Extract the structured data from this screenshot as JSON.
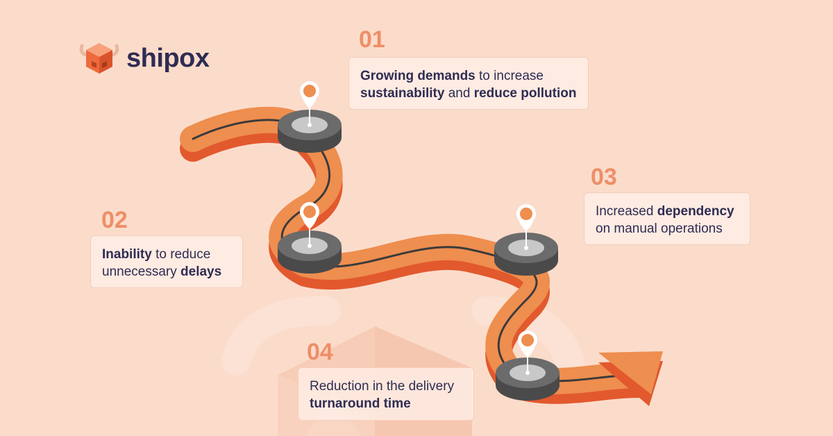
{
  "brand": {
    "name": "shipox",
    "colors": {
      "orange": "#ee8e4f",
      "orange_dark": "#e2592e",
      "navy": "#2f2c53",
      "gray": "#5f5f5f",
      "bg": "#fbdccb"
    }
  },
  "steps": [
    {
      "number": "01",
      "lines": [
        [
          {
            "t": "Growing demands",
            "b": true
          },
          {
            "t": " to increase",
            "b": false
          }
        ],
        [
          {
            "t": "sustainability",
            "b": true
          },
          {
            "t": " and ",
            "b": false
          },
          {
            "t": "reduce pollution",
            "b": true
          }
        ]
      ]
    },
    {
      "number": "02",
      "lines": [
        [
          {
            "t": "Inability",
            "b": true
          },
          {
            "t": " to reduce",
            "b": false
          }
        ],
        [
          {
            "t": "unnecessary ",
            "b": false
          },
          {
            "t": "delays",
            "b": true
          }
        ]
      ]
    },
    {
      "number": "03",
      "lines": [
        [
          {
            "t": "Increased ",
            "b": false
          },
          {
            "t": "dependency",
            "b": true
          }
        ],
        [
          {
            "t": "on manual operations",
            "b": false
          }
        ]
      ]
    },
    {
      "number": "04",
      "lines": [
        [
          {
            "t": "Reduction in the delivery",
            "b": false
          }
        ],
        [
          {
            "t": "turnaround time",
            "b": true
          }
        ]
      ]
    }
  ],
  "icons": [
    "shipox-bull-logo-icon",
    "location-pin-icon",
    "road-path",
    "arrow-head-icon",
    "box-icon"
  ]
}
